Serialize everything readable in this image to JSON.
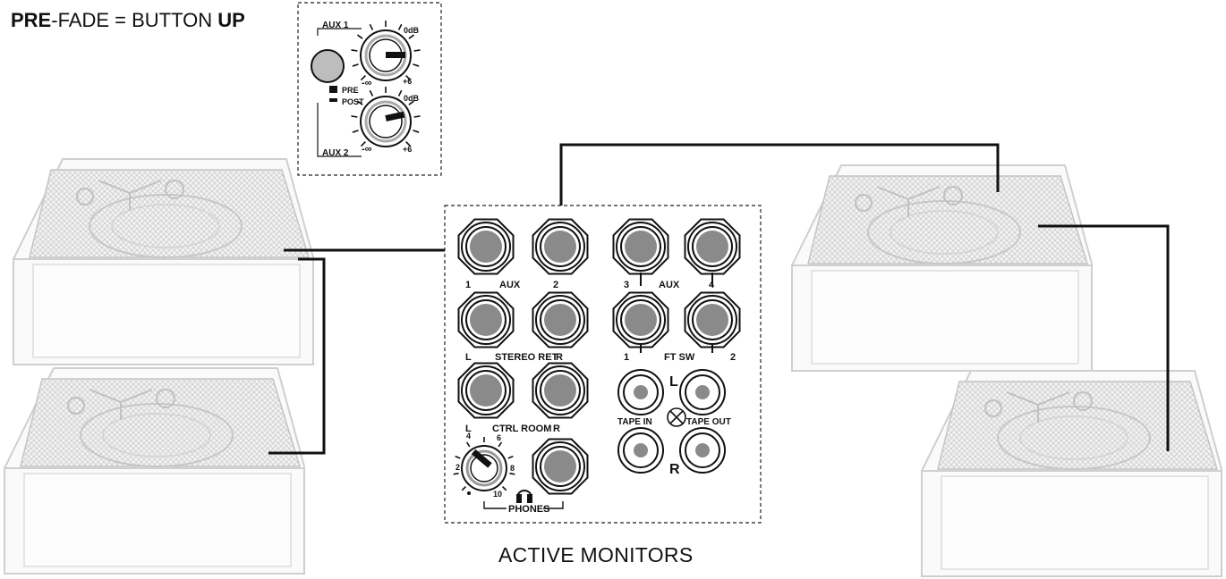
{
  "header": {
    "part1": "PRE",
    "part2": "-FADE = BUTTON ",
    "part3": "UP"
  },
  "aux_panel": {
    "aux1": "AUX 1",
    "aux2": "AUX 2",
    "pre": "PRE",
    "post": "POST",
    "zero_db": "0dB",
    "minus_inf": "-∞",
    "plus6": "+6"
  },
  "patchbay": {
    "aux_label": "AUX",
    "n1": "1",
    "n2": "2",
    "n3": "3",
    "n4": "4",
    "stereo_ret": "STEREO RET",
    "l": "L",
    "r": "R",
    "ft_sw": "FT SW",
    "ctrl_room": "CTRL ROOM",
    "tape_in": "TAPE IN",
    "tape_out": "TAPE OUT",
    "phones": "PHONES",
    "phones_scale": {
      "s2": "2",
      "s4": "4",
      "s6": "6",
      "s8": "8",
      "s10": "10"
    }
  },
  "caption": "ACTIVE MONITORS"
}
